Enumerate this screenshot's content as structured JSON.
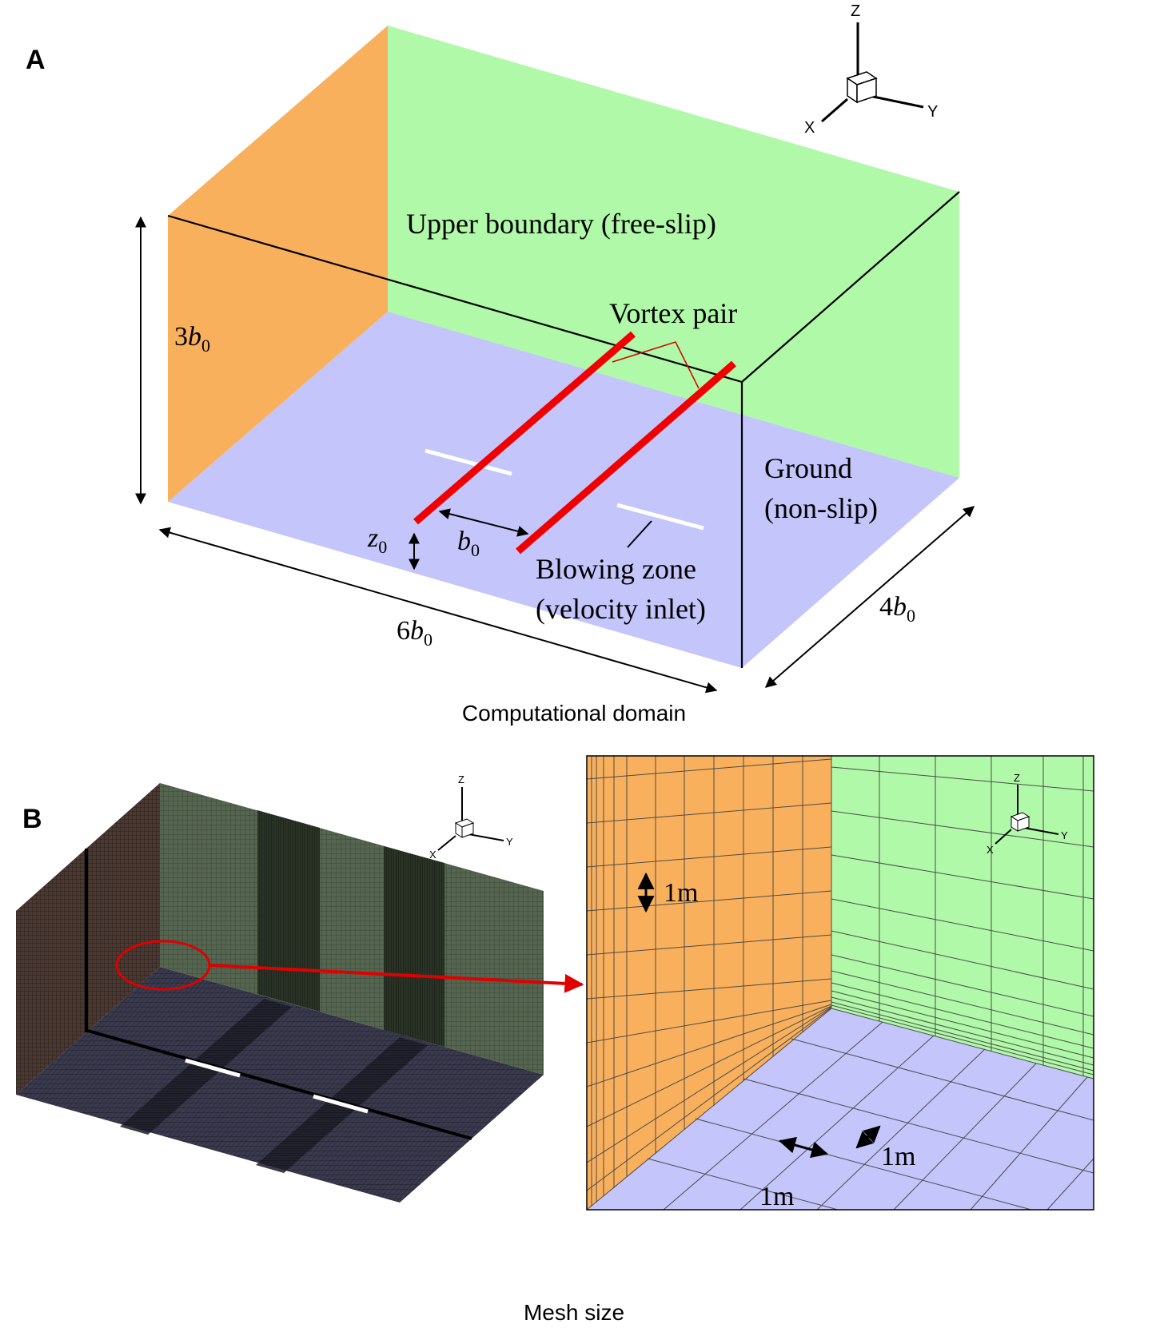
{
  "panel_a": {
    "label": "A",
    "caption": "Computational domain",
    "upper_boundary": "Upper boundary (free-slip)",
    "vortex_pair": "Vortex pair",
    "ground_line1": "Ground",
    "ground_line2": "(non-slip)",
    "blowing_line1": "Blowing zone",
    "blowing_line2": "(velocity inlet)",
    "height_coef": "3",
    "length_coef": "6",
    "width_coef": "4",
    "b_symbol": "b",
    "z_symbol": "z",
    "subscript": "0",
    "axes": {
      "z": "Z",
      "x": "X",
      "y": "Y"
    },
    "colors": {
      "side_wall": "#f9b05c",
      "back_wall": "#b0f9a8",
      "ground": "#c3c5fb",
      "vortex": "#f00000"
    }
  },
  "panel_b": {
    "label": "B",
    "caption": "Mesh size",
    "mesh_label_vertical": "1m",
    "mesh_label_ground_1": "1m",
    "mesh_label_ground_2": "1m",
    "axes": {
      "z": "Z",
      "x": "X",
      "y": "Y"
    },
    "colors": {
      "mesh_wall": "#4e5d4a",
      "mesh_side": "#3a2e2a",
      "mesh_floor": "#2a2a3c",
      "zoom_circle": "#e00000"
    }
  }
}
